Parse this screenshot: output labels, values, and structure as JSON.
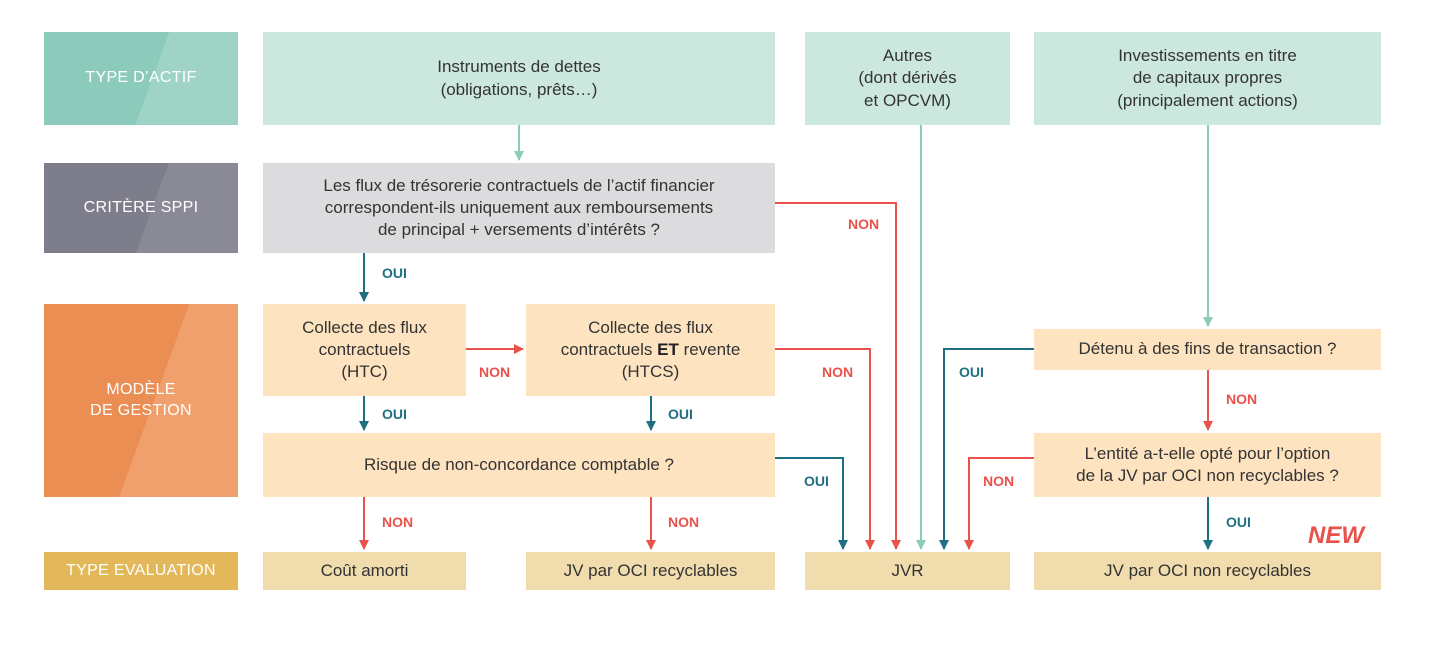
{
  "rows": {
    "type_actif": "TYPE D’ACTIF",
    "critere_sppi": "CRITÈRE SPPI",
    "modele_gestion": "MODÈLE\nDE GESTION",
    "type_evaluation": "TYPE EVALUATION"
  },
  "actifs": {
    "dettes": "Instruments de dettes\n(obligations, prêts…)",
    "autres": "Autres\n(dont dérivés\net OPCVM)",
    "capitaux": "Investissements en titre\nde capitaux propres\n(principalement actions)"
  },
  "sppi": {
    "question": "Les flux de trésorerie contractuels de l’actif financier\ncorrespondent-ils uniquement aux remboursements\nde principal + versements d’intérêts ?"
  },
  "gestion": {
    "htc": "Collecte des flux\ncontractuels\n(HTC)",
    "htcs_line1": "Collecte des flux",
    "htcs_pre": "contractuels ",
    "htcs_bold": "ET",
    "htcs_post": " revente",
    "htcs_line3": "(HTCS)",
    "non_concordance": "Risque de non-concordance comptable ?",
    "transaction": "Détenu à des fins de transaction ?",
    "option_jv": "L’entité a-t-elle opté pour l’option\nde la JV par OCI non recyclables ?"
  },
  "evaluations": {
    "cout_amorti": "Coût amorti",
    "jv_oci_recyclables": "JV par OCI recyclables",
    "jvr": "JVR",
    "jv_oci_non_recyclables": "JV par OCI non recyclables"
  },
  "tags": {
    "oui": "OUI",
    "non": "NON",
    "new": "NEW"
  },
  "colors": {
    "red_arrow": "#e8524b",
    "teal_arrow": "#1f6f82",
    "green_arrow": "#8ccbbb"
  }
}
